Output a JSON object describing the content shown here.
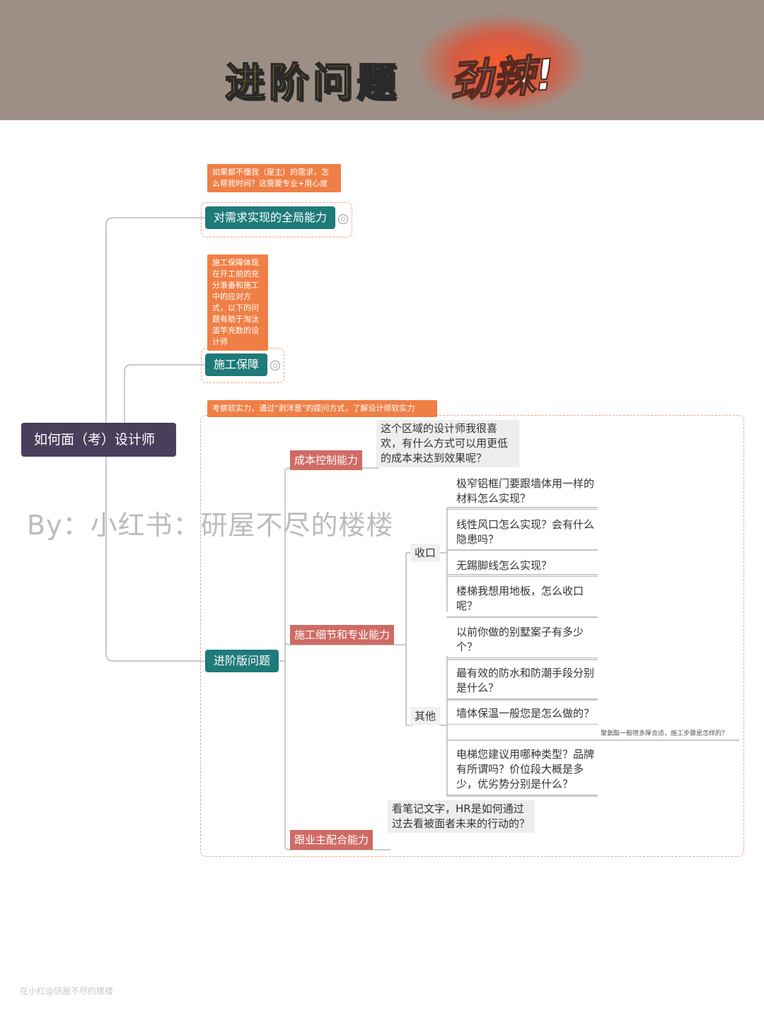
{
  "header": {
    "title": "进阶问题",
    "badge": "劲辣!"
  },
  "watermark": "By：小红书：研屋不尽的楼楼",
  "footer": "在小红@研屋不尽的楼楼",
  "mindmap": {
    "root": "如何面（考）设计师",
    "branch1": {
      "label": "对需求实现的全局能力",
      "note": "如果都不懂我（屋主）的需求，怎么帮我时间？这需要专业+用心度"
    },
    "branch2": {
      "label": "施工保障",
      "note": "施工保障体现在开工前的充分准备和施工中的应对方式，以下的问题有助于淘汰滥竽充数的设计师"
    },
    "branch3": {
      "label": "进阶版问题",
      "note": "考察软实力，通过“剥洋葱”的提问方式，了解设计师软实力",
      "cost": {
        "label": "成本控制能力",
        "question": "这个区域的设计师我很喜欢，有什么方式可以用更低的成本来达到效果呢？"
      },
      "detail": {
        "label": "施工细节和专业能力",
        "shoukou": {
          "label": "收口",
          "items": [
            "极窄铝框门要跟墙体用一样的材料怎么实现？",
            "线性风口怎么实现？会有什么隐患吗？",
            "无踢脚线怎么实现？",
            "楼梯我想用地板，怎么收口呢？"
          ]
        },
        "other": {
          "label": "其他",
          "items": [
            "以前你做的别墅案子有多少个？",
            "最有效的防水和防潮手段分别是什么？",
            "墙体保温一般您是怎么做的？",
            "电梯您建议用哪种类型？品牌有所谓吗？价位段大概是多少，优劣势分别是什么？"
          ],
          "extra": "聚氨酯一般喷多厚合适，施工步骤是怎样的？"
        }
      },
      "owner": {
        "label": "跟业主配合能力",
        "question": "看笔记文字，HR是如何通过过去看被面者未来的行动的？"
      }
    }
  }
}
